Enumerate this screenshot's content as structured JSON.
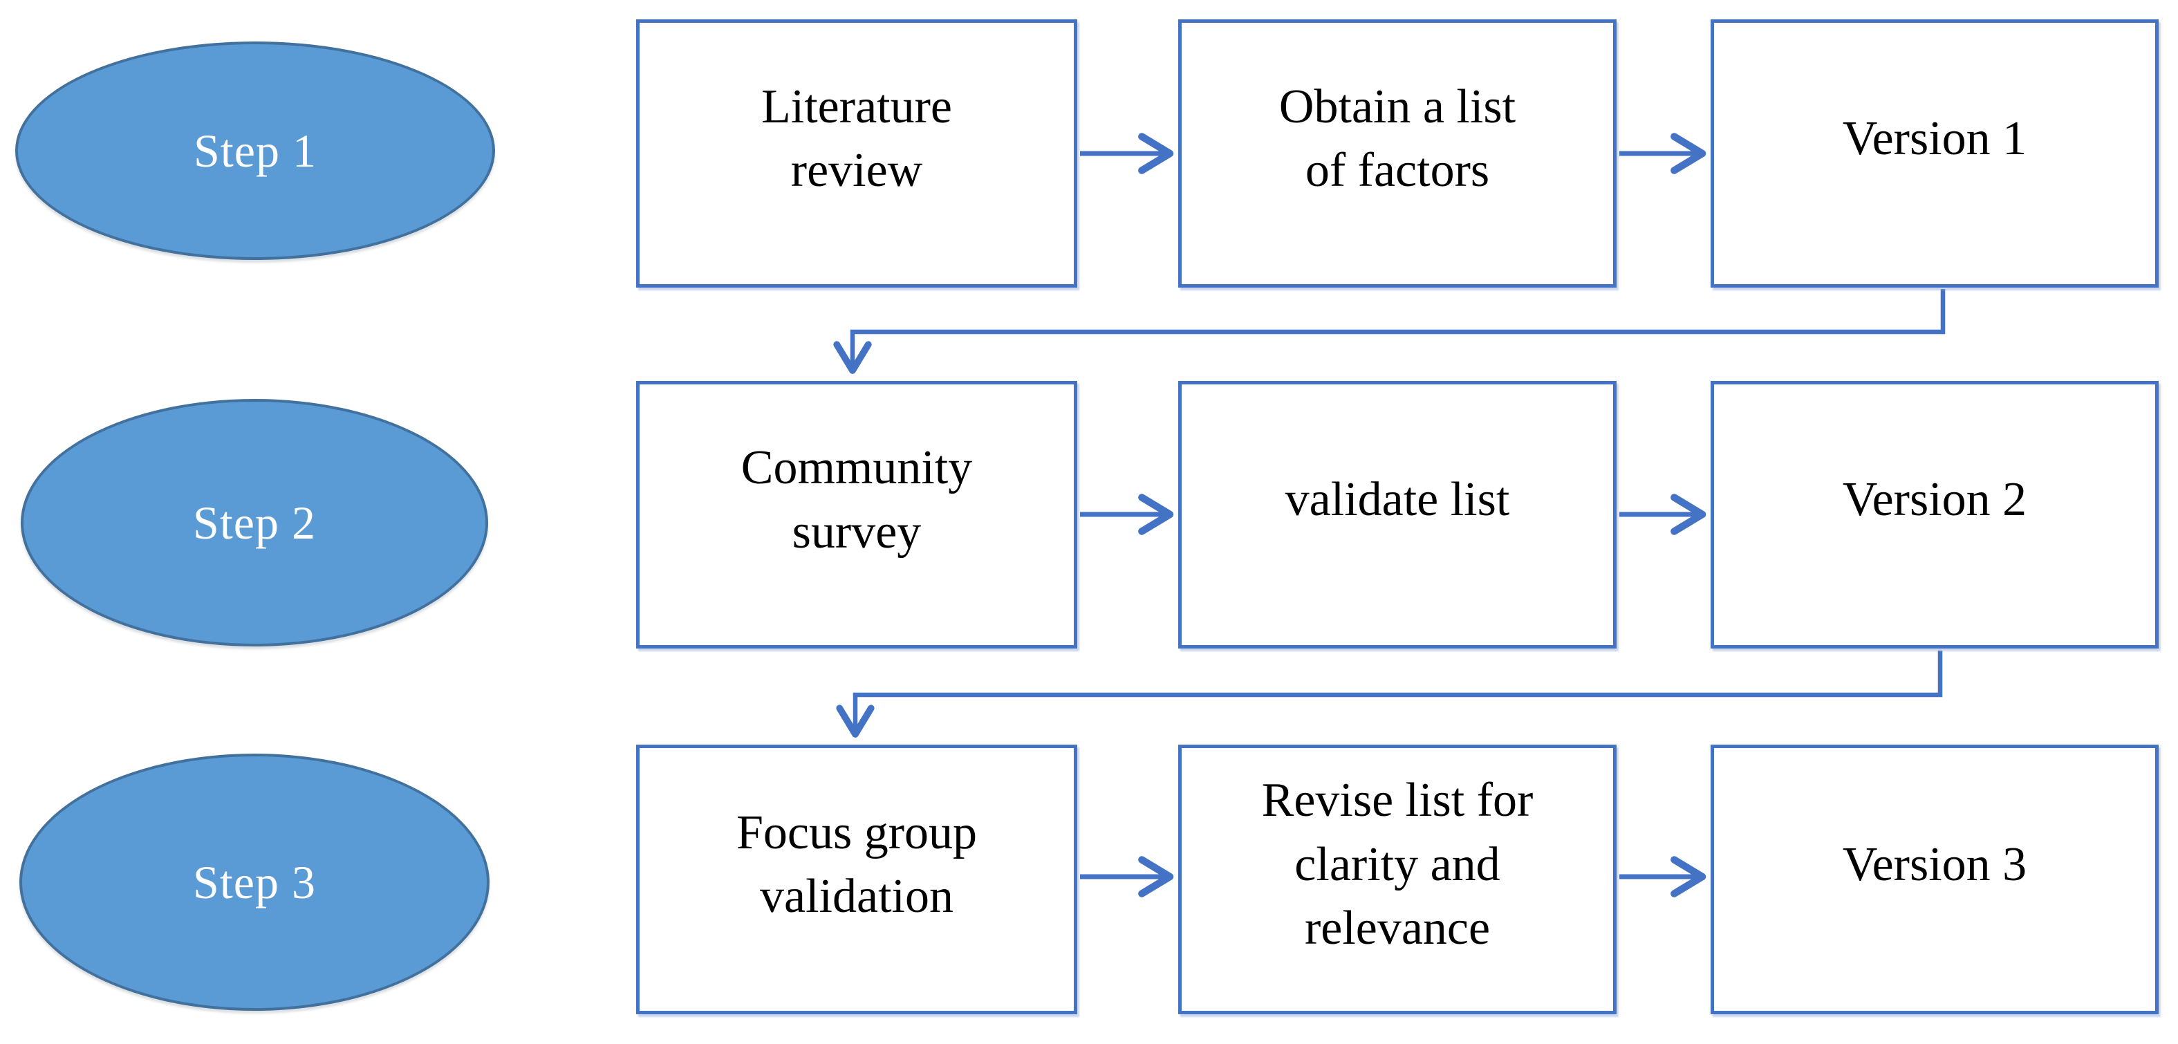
{
  "diagram": {
    "type": "flowchart",
    "rows": [
      {
        "step": "Step 1",
        "boxes": [
          "Literature\nreview",
          "Obtain a list\nof factors",
          "Version 1"
        ]
      },
      {
        "step": "Step 2",
        "boxes": [
          "Community\nsurvey",
          "validate list",
          "Version 2"
        ]
      },
      {
        "step": "Step 3",
        "boxes": [
          "Focus group\nvalidation",
          "Revise list for\nclarity and\nrelevance",
          "Version 3"
        ]
      }
    ],
    "connections": [
      {
        "from": "Literature review",
        "to": "Obtain a list of factors",
        "style": "straight-arrow"
      },
      {
        "from": "Obtain a list of factors",
        "to": "Version 1",
        "style": "straight-arrow"
      },
      {
        "from": "Version 1",
        "to": "Community survey",
        "style": "elbow-arrow"
      },
      {
        "from": "Community survey",
        "to": "validate list",
        "style": "straight-arrow"
      },
      {
        "from": "validate list",
        "to": "Version 2",
        "style": "straight-arrow"
      },
      {
        "from": "Version 2",
        "to": "Focus group validation",
        "style": "elbow-arrow"
      },
      {
        "from": "Focus group validation",
        "to": "Revise list for clarity and relevance",
        "style": "straight-arrow"
      },
      {
        "from": "Revise list for clarity and relevance",
        "to": "Version 3",
        "style": "straight-arrow"
      }
    ],
    "colors": {
      "ellipse_fill": "#5B9BD5",
      "ellipse_border": "#41719C",
      "ellipse_text": "#FFFFFF",
      "box_fill": "#FFFFFF",
      "box_border": "#4472C4",
      "box_text": "#000000",
      "arrow": "#4472C4",
      "background": "#FFFFFF"
    }
  }
}
